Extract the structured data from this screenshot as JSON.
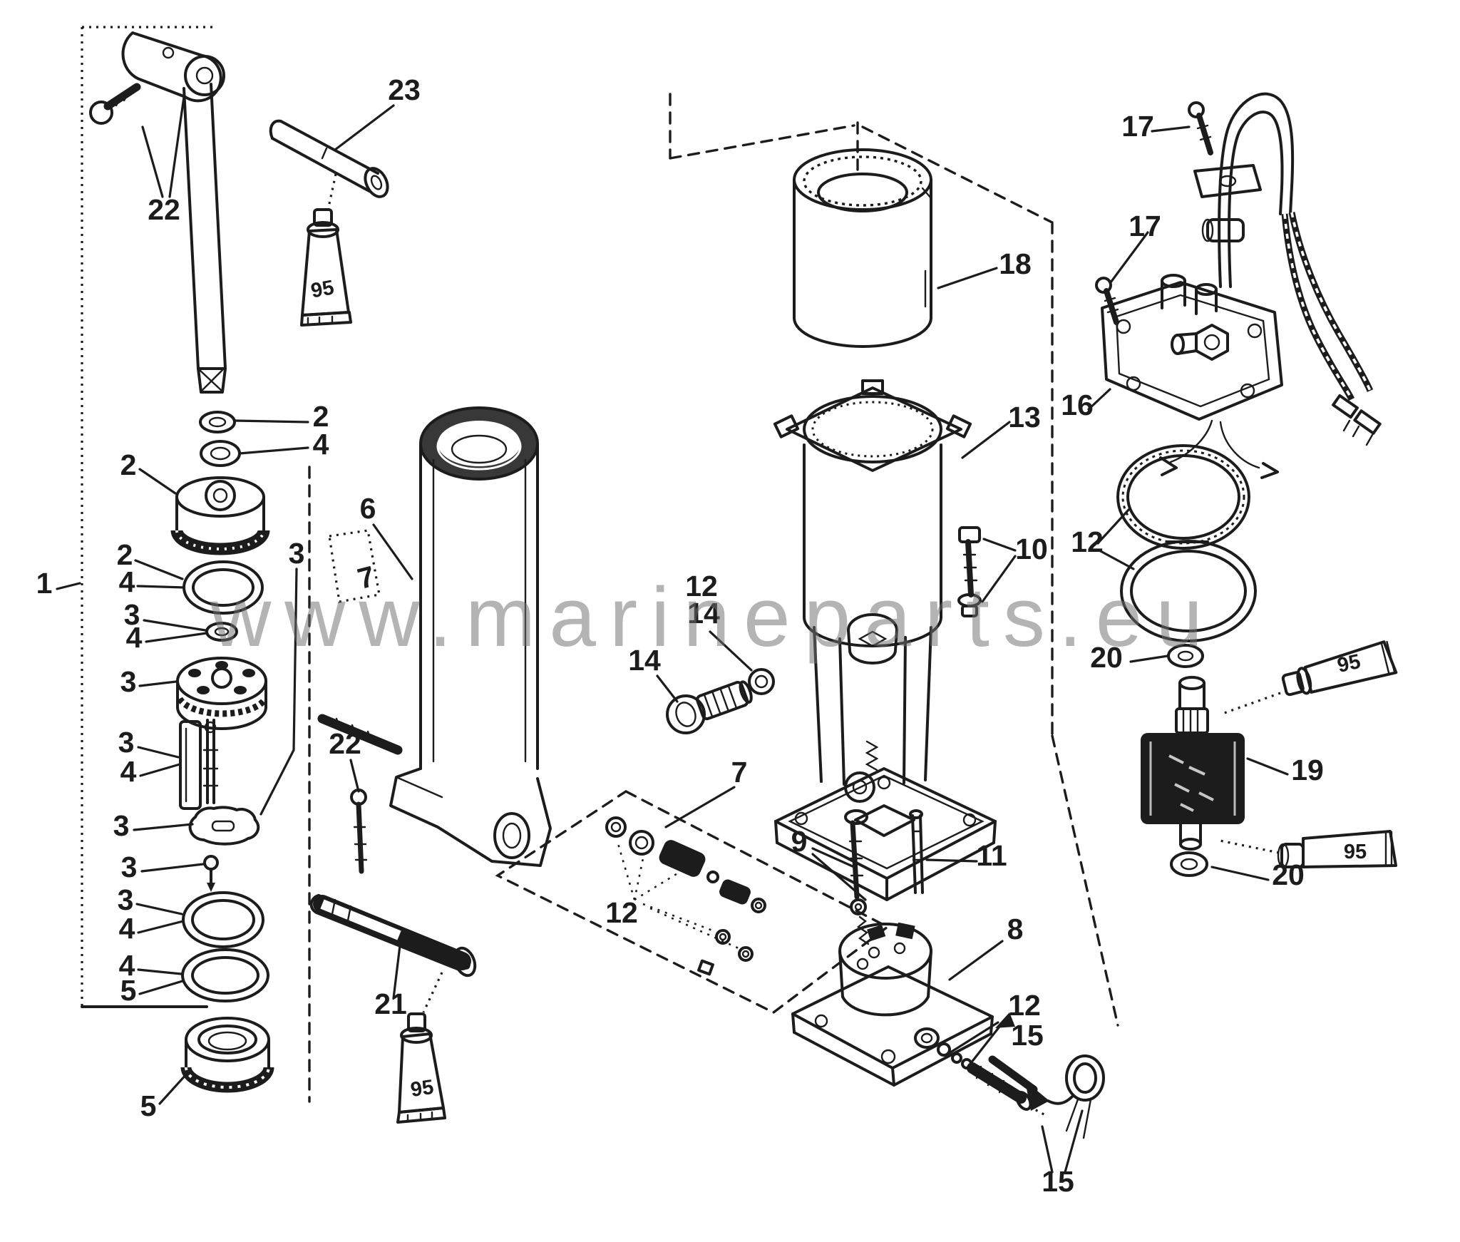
{
  "watermark": {
    "text": "www.marineparts.eu"
  },
  "colors": {
    "ink": "#1c1c1c",
    "watermark_gray": "#b3b3b3",
    "background": "#ffffff"
  },
  "callouts": [
    {
      "text": "1"
    },
    {
      "text": "22"
    },
    {
      "text": "23"
    },
    {
      "text": "95"
    },
    {
      "text": "2"
    },
    {
      "text": "4"
    },
    {
      "text": "2"
    },
    {
      "text": "2"
    },
    {
      "text": "4"
    },
    {
      "text": "3"
    },
    {
      "text": "4"
    },
    {
      "text": "3"
    },
    {
      "text": "3"
    },
    {
      "text": "4"
    },
    {
      "text": "3"
    },
    {
      "text": "3"
    },
    {
      "text": "3"
    },
    {
      "text": "4"
    },
    {
      "text": "4"
    },
    {
      "text": "5"
    },
    {
      "text": "5"
    },
    {
      "text": "6"
    },
    {
      "text": "7"
    },
    {
      "text": "3"
    },
    {
      "text": "22"
    },
    {
      "text": "21"
    },
    {
      "text": "95"
    },
    {
      "text": "12"
    },
    {
      "text": "14"
    },
    {
      "text": "14"
    },
    {
      "text": "7"
    },
    {
      "text": "12"
    },
    {
      "text": "18"
    },
    {
      "text": "13"
    },
    {
      "text": "16"
    },
    {
      "text": "10"
    },
    {
      "text": "12"
    },
    {
      "text": "20"
    },
    {
      "text": "95"
    },
    {
      "text": "19"
    },
    {
      "text": "20"
    },
    {
      "text": "95"
    },
    {
      "text": "9"
    },
    {
      "text": "11"
    },
    {
      "text": "8"
    },
    {
      "text": "12"
    },
    {
      "text": "15"
    },
    {
      "text": "15"
    },
    {
      "text": "17"
    },
    {
      "text": "17"
    }
  ]
}
